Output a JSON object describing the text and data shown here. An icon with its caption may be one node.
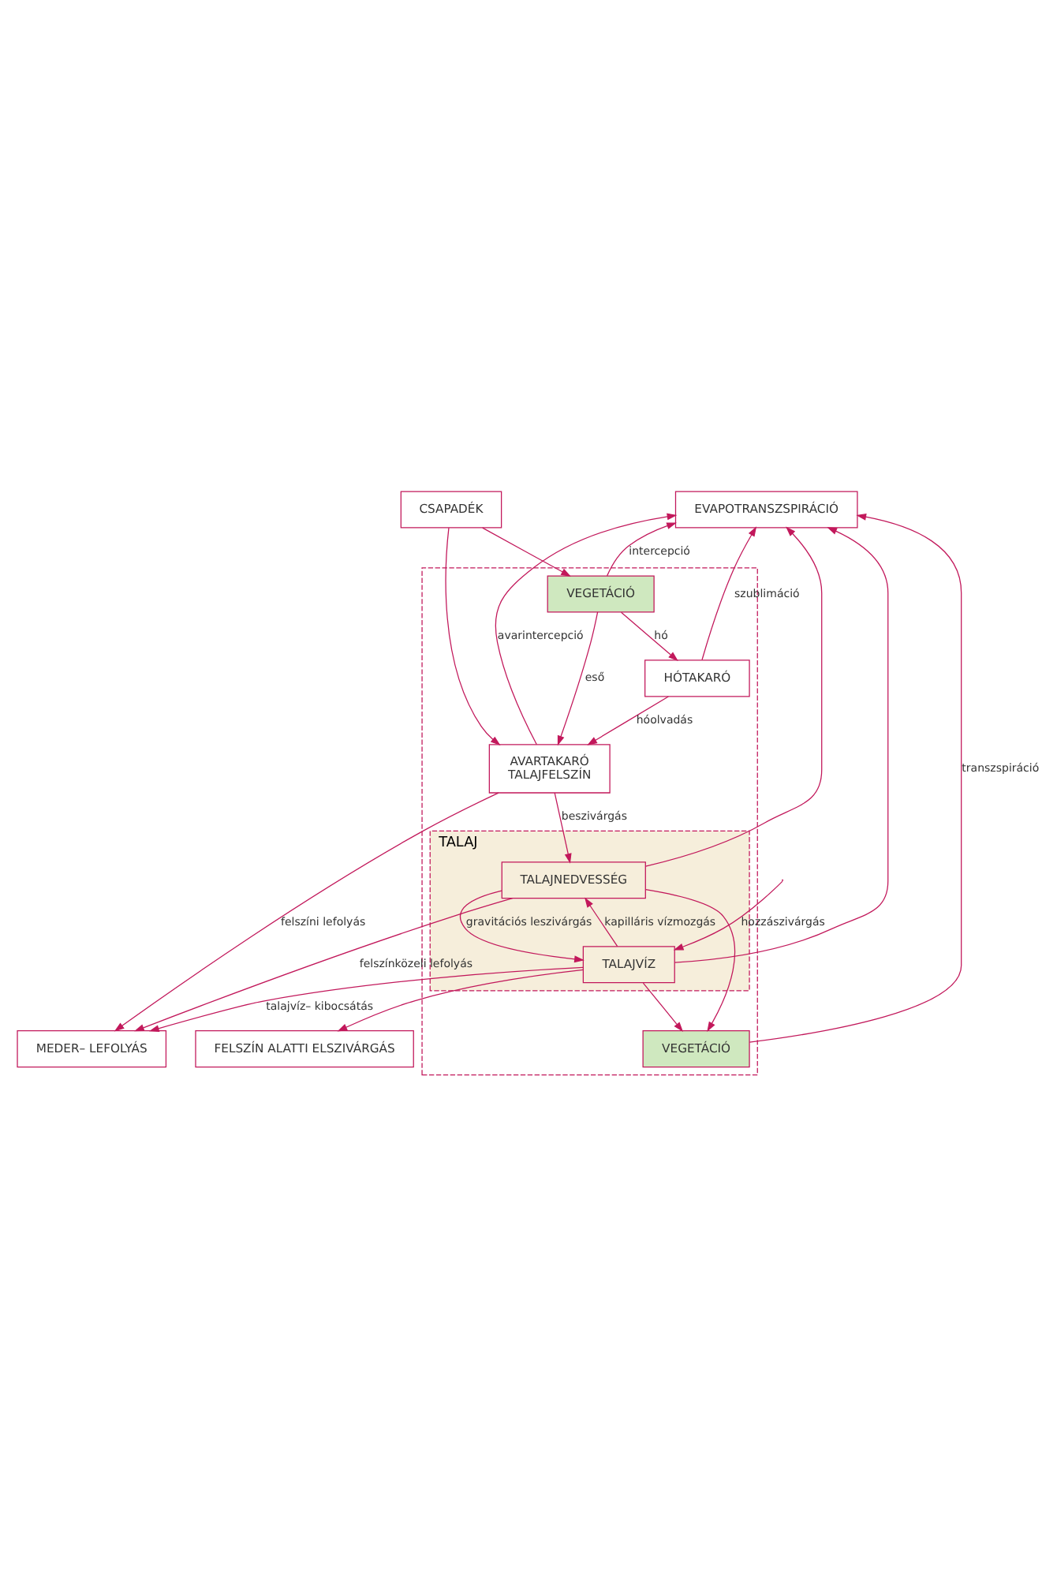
{
  "diagram": {
    "nodes": [
      {
        "text": [
          "EVAPOTRANSZSPIRÁCIÓ"
        ]
      },
      {
        "text": [
          "CSAPADÉK"
        ]
      },
      {
        "text": [],
        "shape": "box"
      },
      {
        "text": [
          "VEGETÁCIÓ"
        ],
        "in": 2
      },
      {
        "text": [
          "HÓTAKARÓ"
        ],
        "in": 2
      },
      {
        "text": [
          "AVARTAKARÓ",
          "TALAJFELSZÍN"
        ],
        "in": 2
      },
      {
        "text": [
          "TALAJ"
        ],
        "in": 2
      },
      {
        "text": [
          "TALAJNEDVESSÉG"
        ],
        "in": 6
      },
      {
        "text": [
          "VEGETÁCIÓ"
        ],
        "in": 2
      },
      {
        "text": [
          "TALAJVÍZ"
        ],
        "in": 6
      },
      {
        "text": [
          "FELSZÍN ALATTI ELSZIVÁRGÁS"
        ]
      },
      {
        "text": [
          "MEDER– LEFOLYÁS"
        ]
      }
    ],
    "edges": [
      {
        "from": 1,
        "to": 3,
        "arrow": "to"
      },
      {
        "from": 1,
        "to": 5,
        "arrow": "to"
      },
      {
        "from": 3,
        "to": 0,
        "arrow": "to",
        "label": "intercepció"
      },
      {
        "from": 3,
        "to": 4,
        "arrow": "to",
        "label": "hó"
      },
      {
        "from": 3,
        "to": 5,
        "arrow": "to",
        "label": "eső"
      },
      {
        "from": 4,
        "to": 0,
        "arrow": "to",
        "label": "szublimáció"
      },
      {
        "from": 4,
        "to": 5,
        "arrow": "to",
        "label": "hóolvadás"
      },
      {
        "from": 5,
        "to": 0,
        "arrow": "to",
        "label": "avarintercepció"
      },
      {
        "from": 7,
        "to": 0,
        "arrow": "to"
      },
      {
        "from": 8,
        "to": 0,
        "arrow": "to",
        "label": "transzspiráció"
      },
      {
        "from": 9,
        "to": 0,
        "arrow": "to"
      },
      {
        "from": 5,
        "to": 7,
        "arrow": "to",
        "label": "beszivárgás"
      },
      {
        "from": 7,
        "to": 8,
        "arrow": "to"
      },
      {
        "from": 7,
        "to": 9,
        "arrow": "to",
        "label": "gravitációs leszivárgás"
      },
      {
        "from": 9,
        "to": 7,
        "arrow": "to",
        "label": "kapilláris vízmozgás"
      },
      {
        "from": 9,
        "to": 8,
        "arrow": "to"
      },
      {
        "from": null,
        "to": 9,
        "arrow": "to",
        "label": "hozzászivárgás"
      },
      {
        "from": 9,
        "to": 10,
        "arrow": "to"
      },
      {
        "from": 9,
        "to": 11,
        "arrow": "to",
        "label": "talajvíz– kibocsátás"
      },
      {
        "from": 7,
        "to": 11,
        "arrow": "to",
        "label": "felszínközeli lefolyás"
      },
      {
        "from": 5,
        "to": 11,
        "arrow": "to",
        "label": "felszíni lefolyás"
      }
    ]
  }
}
